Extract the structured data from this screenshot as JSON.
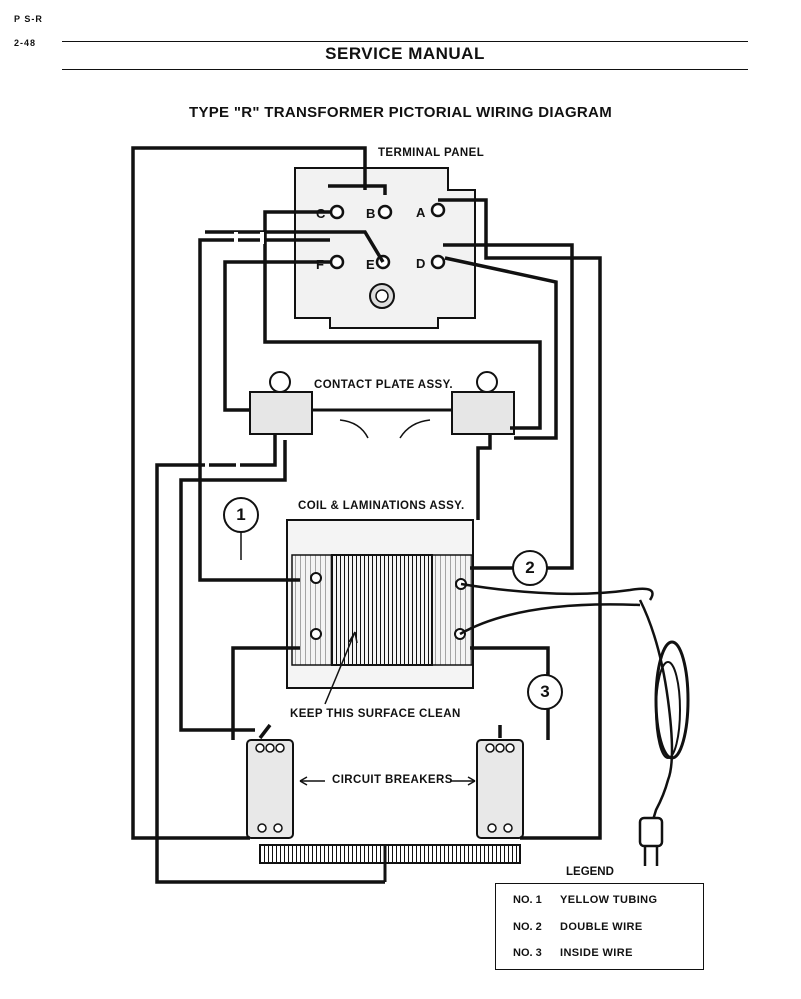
{
  "header": {
    "page_id": "P S-R",
    "page_number": "2-48",
    "manual_title": "SERVICE MANUAL"
  },
  "diagram": {
    "title": "TYPE \"R\" TRANSFORMER PICTORIAL WIRING DIAGRAM",
    "labels": {
      "terminal_panel": "TERMINAL PANEL",
      "contact_plate": "CONTACT PLATE ASSY.",
      "coil_laminations": "COIL & LAMINATIONS ASSY.",
      "keep_clean": "KEEP THIS SURFACE CLEAN",
      "circuit_breakers": "CIRCUIT BREAKERS"
    },
    "terminals": [
      "A",
      "B",
      "C",
      "D",
      "E",
      "F"
    ],
    "callouts": [
      "1",
      "2",
      "3"
    ]
  },
  "legend": {
    "title": "LEGEND",
    "items": [
      {
        "number": "NO. 1",
        "description": "YELLOW TUBING"
      },
      {
        "number": "NO. 2",
        "description": "DOUBLE WIRE"
      },
      {
        "number": "NO. 3",
        "description": "INSIDE WIRE"
      }
    ]
  }
}
